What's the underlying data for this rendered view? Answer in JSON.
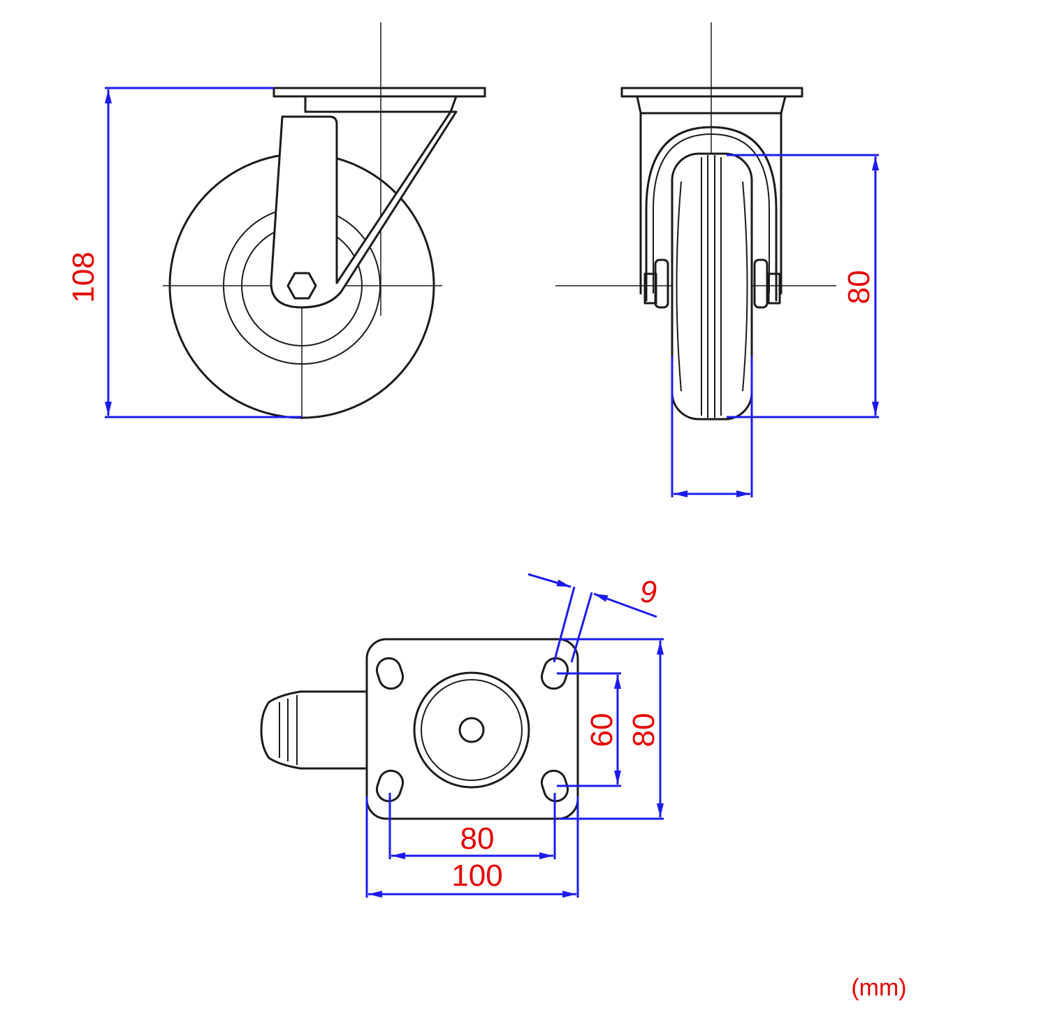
{
  "colors": {
    "outline": "#1a1a1a",
    "dimension_line": "#1b1bf0",
    "dimension_text": "#e60000",
    "background": "#ffffff"
  },
  "dimensions": {
    "side_total_height": "108",
    "front_wheel_diameter": "80",
    "plate_hole_slot_width": "9",
    "plate_hole_spacing_vertical": "60",
    "plate_height": "80",
    "plate_hole_spacing_horizontal": "80",
    "plate_width": "100"
  },
  "units": "(mm)"
}
